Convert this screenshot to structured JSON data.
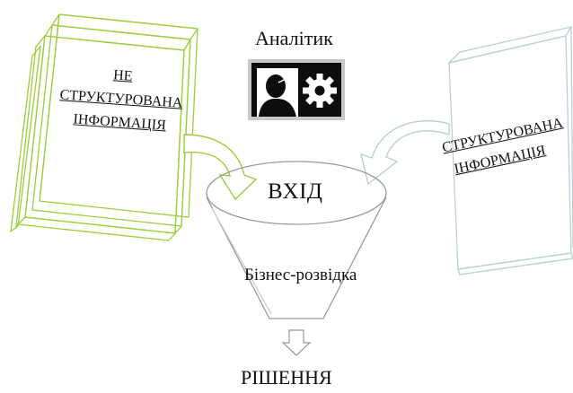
{
  "analyst": {
    "title": "Аналітик"
  },
  "left_block": {
    "line1": "НЕ СТРУКТУРОВАНА",
    "line2": "ІНФОРМАЦІЯ"
  },
  "right_block": {
    "line1": "СТРУКТУРОВАНА",
    "line2": "ІНФОРМАЦІЯ"
  },
  "funnel": {
    "input_label": "ВХІД",
    "process_label": "Бізнес-розвідка"
  },
  "output": {
    "label": "РІШЕННЯ"
  },
  "colors": {
    "left_block_stroke": "#9ccd3c",
    "right_block_stroke": "#b8d0d2",
    "funnel_stroke": "#9a9a9a",
    "icon_background": "#0d0d0d",
    "icon_frame": "#c8c8c8"
  },
  "icons": [
    "analyst-person-icon",
    "gear-icon",
    "down-arrow-icon"
  ]
}
